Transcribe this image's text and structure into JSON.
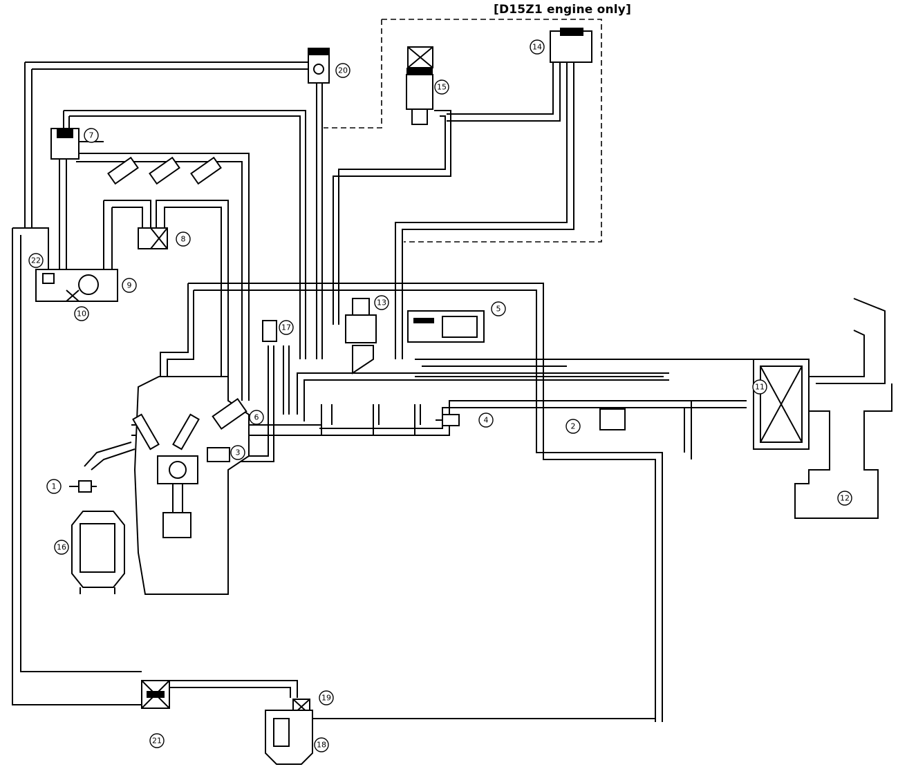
{
  "note": "[D15Z1 engine only]",
  "callouts": {
    "c1": "1",
    "c2": "2",
    "c3": "3",
    "c4": "4",
    "c5": "5",
    "c6": "6",
    "c7": "7",
    "c8": "8",
    "c9": "9",
    "c10": "10",
    "c11": "11",
    "c12": "12",
    "c13": "13",
    "c14": "14",
    "c15": "15",
    "c16": "16",
    "c17": "17",
    "c18": "18",
    "c19": "19",
    "c20": "20",
    "c21": "21",
    "c22": "22"
  }
}
